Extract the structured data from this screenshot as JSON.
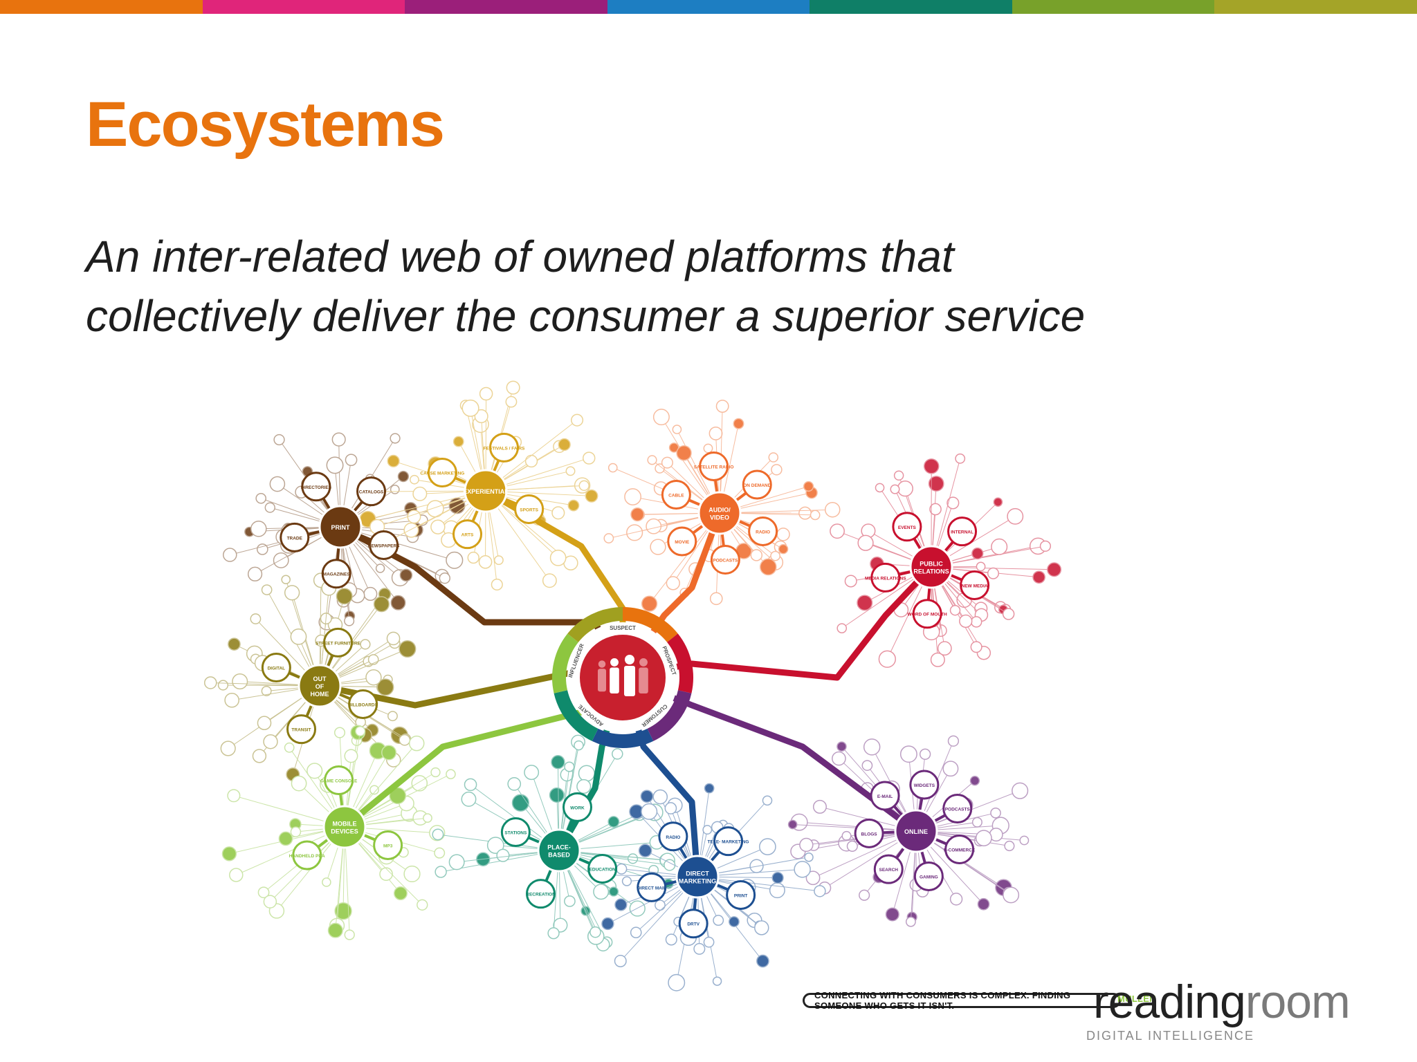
{
  "header": {
    "stripe_colors": [
      "#e8730e",
      "#e0257a",
      "#9b1f7a",
      "#1d7ec2",
      "#0f7f67",
      "#78a12a",
      "#a4a428"
    ]
  },
  "slide": {
    "title": "Ecosystems",
    "title_color": "#e8730e",
    "subtitle_line1": "An inter-related web of owned platforms that",
    "subtitle_line2": "collectively deliver the consumer a superior service"
  },
  "diagram": {
    "center": {
      "ring_labels": [
        "SUSPECT",
        "PROSPECT",
        "CUSTOMER",
        "ADVOCATE",
        "INFLUENCER"
      ],
      "ring_colors": [
        "#e8730e",
        "#c8102e",
        "#6b2a7a",
        "#1d4f91",
        "#0f8a6c",
        "#8dc63f",
        "#a0a020"
      ],
      "core_color": "#c8202e"
    },
    "hubs": [
      {
        "label": "PRINT",
        "color": "#6b3a12",
        "subs": [
          "NEWSPAPERS",
          "MAGAZINES",
          "TRADE",
          "DIRECTORIES",
          "CATALOGS"
        ]
      },
      {
        "label": "EXPERIENTIAL",
        "color": "#d4a017",
        "subs": [
          "SPORTS",
          "ARTS",
          "CAUSE MARKETING",
          "FESTIVALS / FAIRS"
        ]
      },
      {
        "label": "AUDIO/ VIDEO",
        "color": "#ee6a2a",
        "subs": [
          "RADIO",
          "PODCASTS",
          "MOVIE",
          "CABLE",
          "SATELLITE RADIO",
          "ON DEMAND"
        ]
      },
      {
        "label": "PUBLIC RELATIONS",
        "color": "#c8102e",
        "subs": [
          "NEW MEDIA",
          "WORD OF MOUTH",
          "MEDIA RELATIONS",
          "EVENTS",
          "INTERNAL"
        ]
      },
      {
        "label": "OUT OF HOME",
        "color": "#8a7a12",
        "subs": [
          "BILLBOARDS",
          "TRANSIT",
          "DIGITAL",
          "STREET FURNITURE"
        ]
      },
      {
        "label": "ONLINE",
        "color": "#6b2a7a",
        "subs": [
          "E-COMMERCE",
          "GAMING",
          "SEARCH",
          "BLOGS",
          "E-MAIL",
          "WIDGETS",
          "PODCASTS"
        ]
      },
      {
        "label": "MOBILE DEVICES",
        "color": "#8dc63f",
        "subs": [
          "MP3",
          "HANDHELD PDA",
          "GAME CONSOLE"
        ]
      },
      {
        "label": "PLACE- BASED",
        "color": "#0f8a6c",
        "subs": [
          "EDUCATION",
          "RECREATION",
          "STATIONS",
          "WORK"
        ]
      },
      {
        "label": "DIRECT MARKETING",
        "color": "#1d4f91",
        "subs": [
          "PRINT",
          "DRTV",
          "DIRECT MAIL",
          "RADIO",
          "TELE- MARKETING"
        ]
      }
    ]
  },
  "footer": {
    "tagline": "CONNECTING WITH CONSUMERS IS COMPLEX. FINDING SOMEONE WHO GETS IT ISN'T.",
    "brand": "MULLEN",
    "logo_part1": "reading",
    "logo_part2": "room",
    "logo_sub": "DIGITAL INTELLIGENCE"
  }
}
